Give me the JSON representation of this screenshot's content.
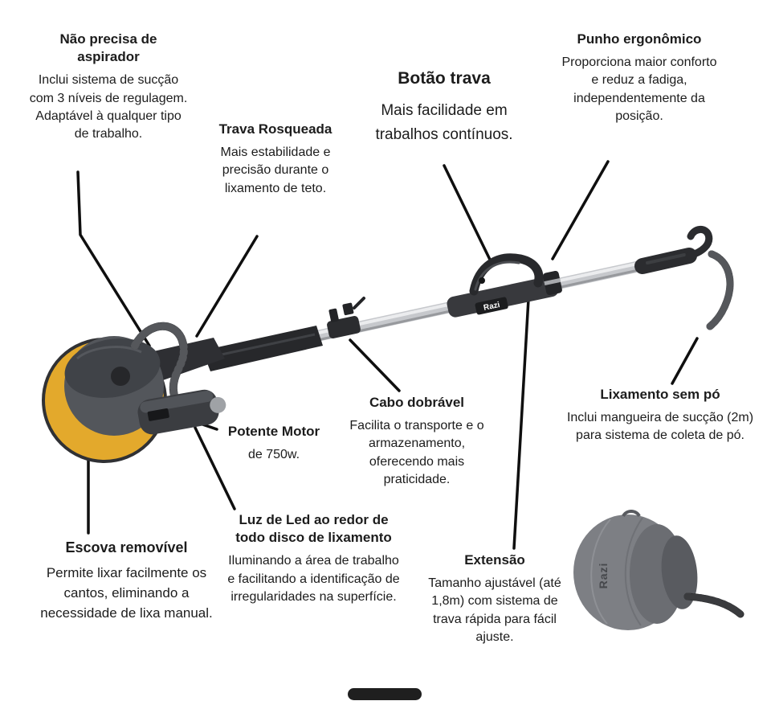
{
  "page": {
    "background": "#ffffff"
  },
  "colors": {
    "text": "#1c1c1c",
    "leader_line": "#0f0f0f",
    "accent_yellow": "#e3a92c",
    "machine_dark": "#2b2c2f",
    "pole_silver": "#c6c8cc",
    "bag_gray": "#7d7f84"
  },
  "brand": {
    "pole_label": "Razi",
    "bag_label": "Razi"
  },
  "callouts": {
    "aspirador": {
      "title": "Não precisa de aspirador",
      "body": "Inclui sistema de sucção com 3 níveis de regulagem. Adaptável à qualquer tipo de trabalho."
    },
    "trava_rosqueada": {
      "title": "Trava Rosqueada",
      "body": "Mais estabilidade e precisão durante o lixamento de teto."
    },
    "botao_trava": {
      "title": "Botão trava",
      "body": "Mais facilidade em trabalhos contínuos."
    },
    "punho": {
      "title": "Punho ergonômico",
      "body": "Proporciona maior conforto e reduz a fadiga, independentemente da posição."
    },
    "lixamento_sem_po": {
      "title": "Lixamento sem pó",
      "body": "Inclui mangueira de sucção (2m) para sistema de coleta de pó."
    },
    "cabo_dobravel": {
      "title": "Cabo dobrável",
      "body": "Facilita o transporte e o armazenamento, oferecendo mais praticidade."
    },
    "potente_motor": {
      "title": "Potente Motor",
      "body": "de 750w."
    },
    "escova": {
      "title": "Escova removível",
      "body": "Permite lixar facilmente os cantos, eliminando a necessidade de lixa manual."
    },
    "luz_led": {
      "title": "Luz de Led ao redor de todo disco de lixamento",
      "body": "Iluminando a área de trabalho e facilitando a identificação de irregularidades na superfície."
    },
    "extensao": {
      "title": "Extensão",
      "body": "Tamanho ajustável (até 1,8m) com sistema de trava rápida para fácil ajuste."
    }
  }
}
